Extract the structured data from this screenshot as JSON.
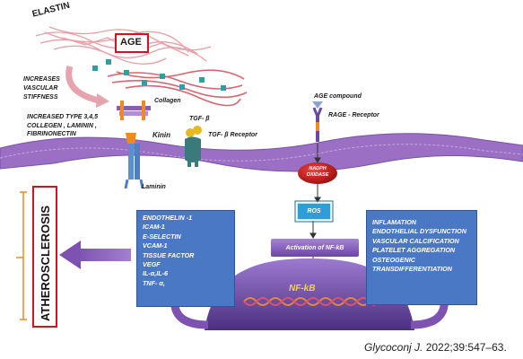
{
  "labels": {
    "elastin": "ELASTIN",
    "age": "AGE",
    "increases_stiffness": [
      "INCREASES",
      "VASCULAR",
      "STIFFNESS"
    ],
    "collagen": "Collagen",
    "increased_type": [
      "INCREASED TYPE 3,4,5",
      "COLLEGEN , LAMININ ,",
      "FIBRINONECTIN"
    ],
    "kinin": "Kinin",
    "tgf": "TGF- β",
    "tgf_receptor": "TGF- β Receptor",
    "age_compound": "AGE compound",
    "rage_receptor": "RAGE - Receptor",
    "laminin": "Laminin",
    "nadph": [
      "NADPH",
      "OXIDASE"
    ],
    "ros": "ROS",
    "activation": "Activation of NF-kB",
    "nfkb": "NF-kB",
    "atherosclerosis": "ATHEROSCLEROSIS"
  },
  "left_box": [
    "ENDOTHELIN -1",
    "ICAM-1",
    "E-SELECTIN",
    "VCAM-1",
    "TISSUE FACTOR",
    "VEGF",
    "IL-α,IL-6",
    "TNF- α,"
  ],
  "right_box": [
    "INFLAMATION",
    "ENDOTHELIAL DYSFUNCTION",
    "VASCULAR CALCIFICATION",
    "PLATELET AGGREGATION",
    "OSTEOGENIC",
    "TRANSDIFFERENTIATION"
  ],
  "citation": {
    "journal": "Glycoconj J.",
    "rest": " 2022;39:547–63."
  },
  "colors": {
    "membrane": "#9a6fc4",
    "box_blue": "#4a78c4",
    "purple_arrow": "#8a5bb8",
    "red": "#d8121a"
  }
}
